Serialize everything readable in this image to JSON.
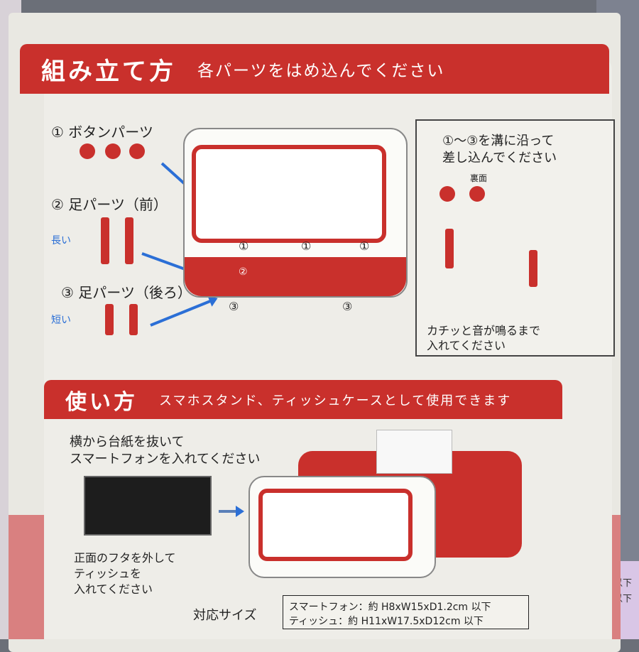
{
  "banner_assembly": {
    "title": "組み立て方",
    "subtitle": "各パーツをはめ込んでください"
  },
  "parts": {
    "button_parts": "① ボタンパーツ",
    "front_legs": "② 足パーツ（前）",
    "front_legs_note": "長い",
    "back_legs": "③ 足パーツ（後ろ）",
    "back_legs_note": "短い"
  },
  "tv_labels": {
    "one": "①",
    "two": "②",
    "three": "③"
  },
  "side_note": {
    "line1": "①～③を溝に沿って",
    "line2": "差し込んでください",
    "back_label": "裏面",
    "bottom1": "カチッと音が鳴るまで",
    "bottom2": "入れてください"
  },
  "banner_usage": {
    "title": "使い方",
    "subtitle": "スマホスタンド、ティッシュケースとして使用できます"
  },
  "usage": {
    "phone1": "横から台紙を抜いて",
    "phone2": "スマートフォンを入れてください",
    "tissue1": "正面のフタを外して",
    "tissue2": "ティッシュを",
    "tissue3": "入れてください"
  },
  "sizes": {
    "label": "対応サイズ",
    "phone": "スマートフォン：約 H8xW15xD1.2cm 以下",
    "tissue": "ティッシュ：約 H11xW17.5xD12cm 以下"
  },
  "background_text": {
    "line1": "cm 以下",
    "line2": "cm 以下"
  },
  "colors": {
    "accent_red": "#c9302c",
    "arrow_blue": "#2b6fd6"
  }
}
